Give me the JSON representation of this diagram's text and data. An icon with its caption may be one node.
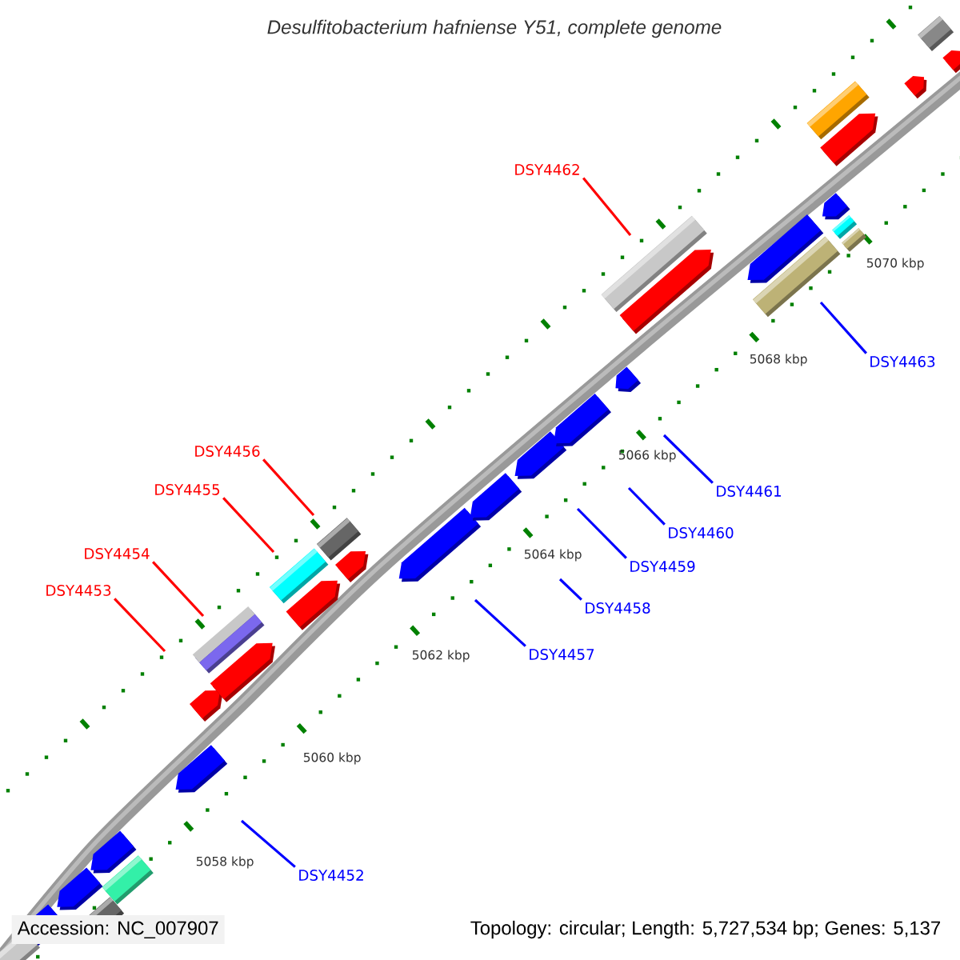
{
  "diagram": {
    "title": "Desulfitobacterium hafniense Y51, complete genome",
    "nodes": [
      {
        "text": [
          "DSY4452"
        ]
      },
      {
        "text": [
          "DSY4453"
        ]
      },
      {
        "text": [
          "DSY4454"
        ]
      },
      {
        "text": [
          "DSY4455"
        ]
      },
      {
        "text": [
          "DSY4456"
        ]
      },
      {
        "text": [
          "DSY4457"
        ]
      },
      {
        "text": [
          "DSY4458"
        ]
      },
      {
        "text": [
          "DSY4459"
        ]
      },
      {
        "text": [
          "DSY4460"
        ]
      },
      {
        "text": [
          "DSY4461"
        ]
      },
      {
        "text": [
          "DSY4462"
        ]
      },
      {
        "text": [
          "DSY4463"
        ]
      }
    ],
    "edges": [
      {
        "from": 0,
        "to": null,
        "arrow": "none"
      },
      {
        "from": 1,
        "to": null,
        "arrow": "none",
        "color": "#ff0000"
      },
      {
        "from": 2,
        "to": null,
        "arrow": "none",
        "color": "#ff0000"
      },
      {
        "from": 3,
        "to": null,
        "arrow": "none",
        "color": "#ff0000"
      },
      {
        "from": 4,
        "to": null,
        "arrow": "none",
        "color": "#ff0000"
      },
      {
        "from": 5,
        "to": null,
        "arrow": "none"
      },
      {
        "from": 6,
        "to": null,
        "arrow": "none"
      },
      {
        "from": 7,
        "to": null,
        "arrow": "none"
      },
      {
        "from": 8,
        "to": null,
        "arrow": "none"
      },
      {
        "from": 9,
        "to": null,
        "arrow": "none"
      },
      {
        "from": 10,
        "to": null,
        "arrow": "none",
        "color": "#ff0000"
      },
      {
        "from": 11,
        "to": null,
        "arrow": "none"
      }
    ],
    "labels": [
      "5070 kbp",
      "5068 kbp",
      "5066 kbp",
      "5064 kbp",
      "5062 kbp",
      "5060 kbp",
      "5058 kbp",
      "Accession: NC_007907",
      "Topology: circular; Length: 5,727,534 bp; Genes: 5,137"
    ]
  }
}
